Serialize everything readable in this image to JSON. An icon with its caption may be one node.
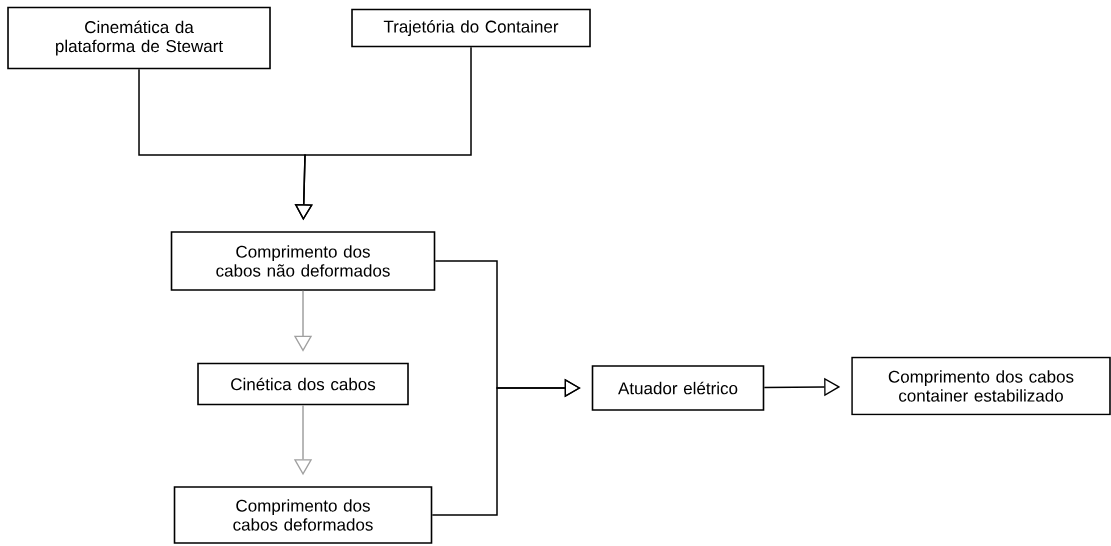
{
  "diagram": {
    "nodes": [
      {
        "text": [
          "Cinemática da plataforma de Stewart"
        ]
      },
      {
        "text": [
          "Trajetória do Container"
        ]
      },
      {
        "text": [
          "Comprimento dos cabos não deformados"
        ]
      },
      {
        "text": [
          "Cinética dos cabos"
        ]
      },
      {
        "text": [
          "Comprimento dos cabos deformados"
        ]
      },
      {
        "text": [
          "Atuador elétrico"
        ]
      },
      {
        "text": [
          "Comprimento dos cabos container estabilizado"
        ]
      }
    ],
    "edges": [
      {
        "from": 0,
        "to": 2,
        "arrow": "to"
      },
      {
        "from": 1,
        "to": 2,
        "arrow": "to"
      },
      {
        "from": 2,
        "to": 3,
        "arrow": "to",
        "color": "#a0a0a0"
      },
      {
        "from": 3,
        "to": 4,
        "arrow": "to",
        "color": "#a0a0a0"
      },
      {
        "from": 2,
        "to": 5,
        "arrow": "to"
      },
      {
        "from": 4,
        "to": 5,
        "arrow": "to"
      },
      {
        "from": 5,
        "to": 6,
        "arrow": "to"
      }
    ]
  }
}
